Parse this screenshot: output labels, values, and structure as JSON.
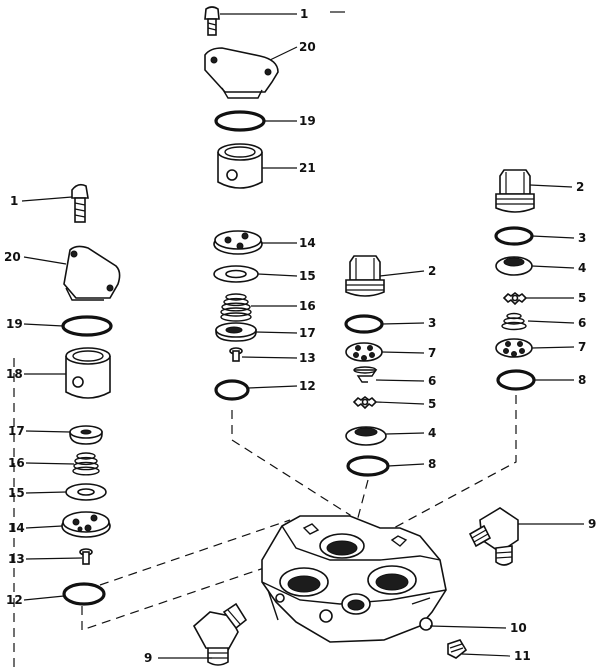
{
  "diagram": {
    "callouts": [
      {
        "id": "c01",
        "text": "1"
      },
      {
        "id": "c02",
        "text": "20"
      },
      {
        "id": "c03",
        "text": "19"
      },
      {
        "id": "c04",
        "text": "21"
      },
      {
        "id": "c05",
        "text": "2"
      },
      {
        "id": "c06",
        "text": "3"
      },
      {
        "id": "c07",
        "text": "4"
      },
      {
        "id": "c08",
        "text": "5"
      },
      {
        "id": "c09",
        "text": "6"
      },
      {
        "id": "c10",
        "text": "7"
      },
      {
        "id": "c11",
        "text": "8"
      },
      {
        "id": "c12",
        "text": "14"
      },
      {
        "id": "c13",
        "text": "15"
      },
      {
        "id": "c14",
        "text": "16"
      },
      {
        "id": "c15",
        "text": "17"
      },
      {
        "id": "c16",
        "text": "13"
      },
      {
        "id": "c17",
        "text": "12"
      },
      {
        "id": "c18",
        "text": "2"
      },
      {
        "id": "c19",
        "text": "3"
      },
      {
        "id": "c20",
        "text": "7"
      },
      {
        "id": "c21",
        "text": "6"
      },
      {
        "id": "c22",
        "text": "5"
      },
      {
        "id": "c23",
        "text": "4"
      },
      {
        "id": "c24",
        "text": "8"
      },
      {
        "id": "c25",
        "text": "1"
      },
      {
        "id": "c26",
        "text": "20"
      },
      {
        "id": "c27",
        "text": "19"
      },
      {
        "id": "c28",
        "text": "18"
      },
      {
        "id": "c29",
        "text": "17"
      },
      {
        "id": "c30",
        "text": "16"
      },
      {
        "id": "c31",
        "text": "15"
      },
      {
        "id": "c32",
        "text": "14"
      },
      {
        "id": "c33",
        "text": "13"
      },
      {
        "id": "c34",
        "text": "12"
      },
      {
        "id": "c35",
        "text": "9"
      },
      {
        "id": "c36",
        "text": "9"
      },
      {
        "id": "c37",
        "text": "10"
      },
      {
        "id": "c38",
        "text": "11"
      }
    ]
  }
}
